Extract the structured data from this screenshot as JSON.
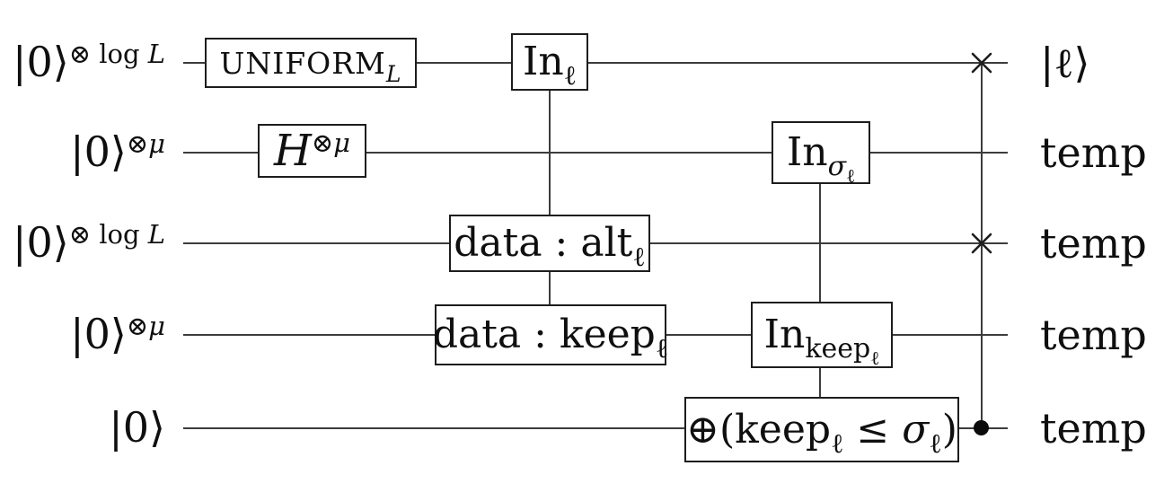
{
  "figure": {
    "kind": "quantum-circuit-diagram",
    "colors": {
      "background": "#ffffff",
      "wire": "#3c3c3c",
      "gate_border": "#1d1d1d",
      "text": "#0f0f0f"
    },
    "wires": [
      {
        "left_ket": "|0⟩",
        "left_sup_roman": "⊗ log ",
        "left_sup_italic": "L",
        "right_label": "|ℓ⟩"
      },
      {
        "left_ket": "|0⟩",
        "left_sup_roman": "⊗",
        "left_sup_italic": "μ",
        "right_label": "temp"
      },
      {
        "left_ket": "|0⟩",
        "left_sup_roman": "⊗ log ",
        "left_sup_italic": "L",
        "right_label": "temp"
      },
      {
        "left_ket": "|0⟩",
        "left_sup_roman": "⊗",
        "left_sup_italic": "μ",
        "right_label": "temp"
      },
      {
        "left_ket": "|0⟩",
        "right_label": "temp"
      }
    ],
    "gates": {
      "uniform": {
        "label": "UNIFORM",
        "sub_italic": "L"
      },
      "in_ell": {
        "label": "In",
        "sub": "ℓ"
      },
      "hadamard": {
        "label": "H",
        "sup_roman": "⊗",
        "sup_italic": "μ"
      },
      "in_sigma": {
        "label": "In",
        "sub_italic": "σ",
        "subsub": "ℓ"
      },
      "data_alt": {
        "label": "data : alt",
        "sub": "ℓ"
      },
      "data_keep": {
        "label": "data : keep",
        "sub": "ℓ"
      },
      "in_keep": {
        "label": "In",
        "sub": "keep",
        "subsub": "ℓ"
      },
      "xor_compare": {
        "part1": "⊕(keep",
        "sub1": "ℓ",
        "part2": " ≤ ",
        "part2_italic": "σ",
        "sub2": "ℓ",
        "part3": ")"
      }
    },
    "connectors": {
      "swap_target_wires": [
        1,
        3
      ],
      "control_wire": 5
    }
  }
}
